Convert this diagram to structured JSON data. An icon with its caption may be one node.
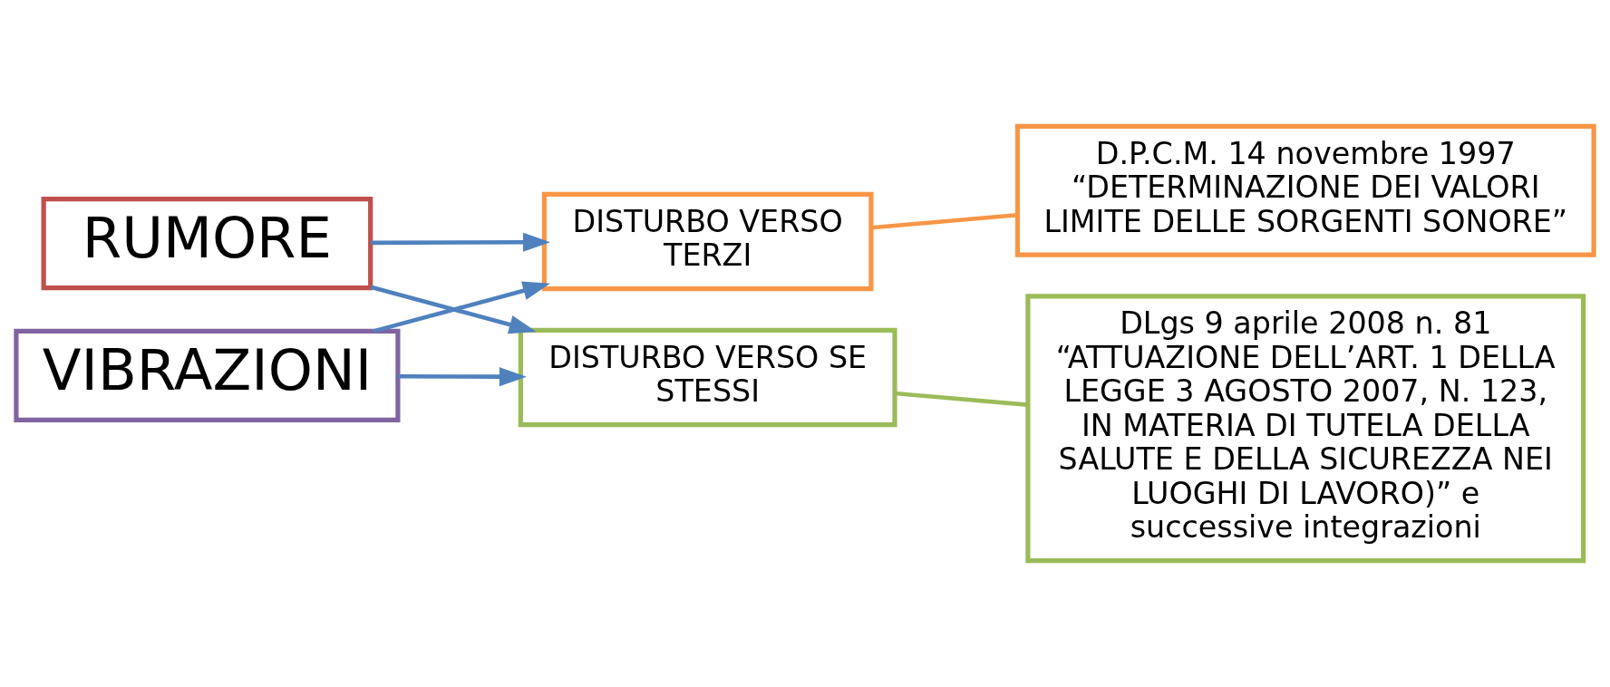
{
  "diagram": {
    "nodes": [
      {
        "text": [
          "RUMORE"
        ]
      },
      {
        "text": [
          "VIBRAZIONI"
        ]
      },
      {
        "text": [
          "DISTURBO VERSO TERZI"
        ]
      },
      {
        "text": [
          "DISTURBO VERSO SE STESSI"
        ]
      },
      {
        "text": [
          "D.P.C.M. 14 novembre 1997",
          "“DETERMINAZIONE DEI VALORI LIMITE DELLE SORGENTI SONORE”"
        ]
      },
      {
        "text": [
          "DLgs 9 aprile 2008 n. 81",
          "“ATTUAZIONE DELL’ART. 1 DELLA LEGGE 3 AGOSTO 2007, N. 123, IN MATERIA DI TUTELA DELLA SALUTE E DELLA SICUREZZA NEI LUOGHI DI LAVORO)” e successive integrazioni"
        ]
      }
    ],
    "edges": [
      {
        "from": 0,
        "to": 2,
        "arrow": "to"
      },
      {
        "from": 1,
        "to": 2,
        "arrow": "to"
      },
      {
        "from": 0,
        "to": 3,
        "arrow": "to"
      },
      {
        "from": 1,
        "to": 3,
        "arrow": "to"
      },
      {
        "from": 2,
        "to": 4,
        "arrow": "none",
        "color": "#f79646"
      },
      {
        "from": 3,
        "to": 5,
        "arrow": "none",
        "color": "#9bbb59"
      }
    ]
  }
}
